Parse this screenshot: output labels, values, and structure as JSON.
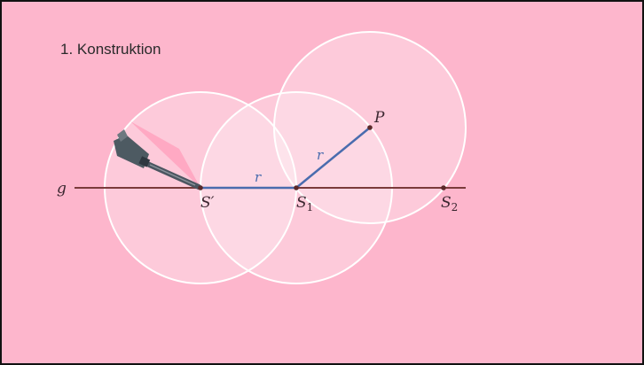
{
  "title": "1. Konstruktion",
  "labels": {
    "line_g": "g",
    "point_s_prime": "S′",
    "point_s1": "S",
    "point_s1_sub": "1",
    "point_s2": "S",
    "point_s2_sub": "2",
    "point_p": "P",
    "radius_1": "r",
    "radius_2": "r"
  },
  "colors": {
    "background": "#fdb6cc",
    "circle_stroke": "#ffffff",
    "line_g": "#7a3b3b",
    "radius": "#4a6cae"
  },
  "icons": {
    "compass": "compass-icon"
  }
}
